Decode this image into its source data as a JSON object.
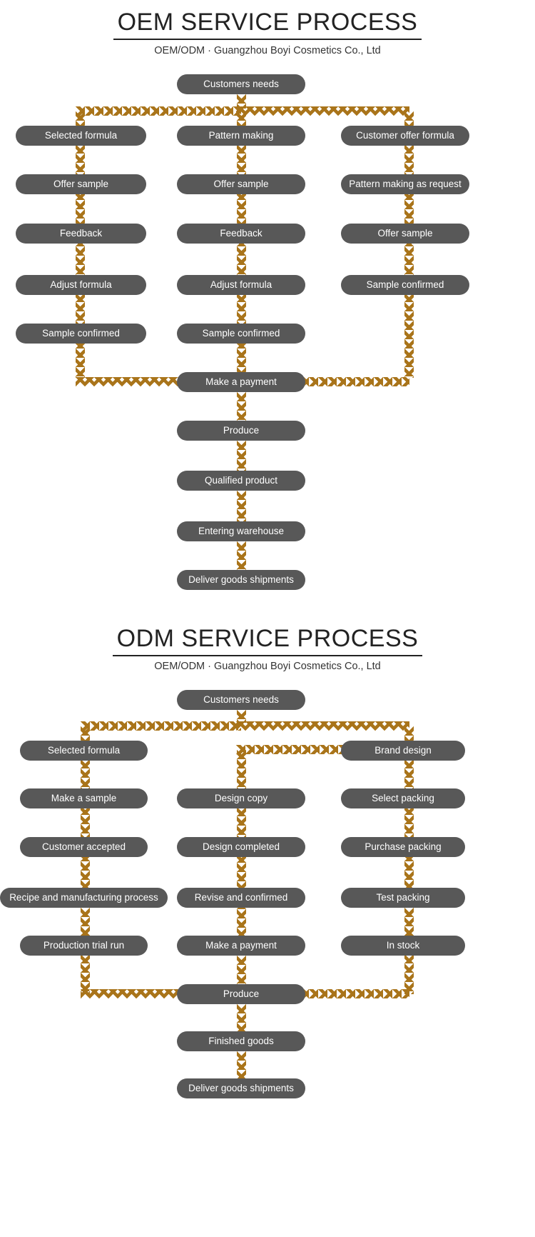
{
  "sections": [
    {
      "id": "oem",
      "title": "OEM SERVICE PROCESS",
      "subtitle": "OEM/ODM  ·  Guangzhou Boyi Cosmetics Co., Ltd",
      "start_node": "Customers needs",
      "columns": [
        {
          "name": "left-branch",
          "steps": [
            "Selected formula",
            "Offer sample",
            "Feedback",
            "Adjust formula",
            "Sample confirmed"
          ]
        },
        {
          "name": "middle-branch",
          "steps": [
            "Pattern making",
            "Offer sample",
            "Feedback",
            "Adjust formula",
            "Sample confirmed"
          ]
        },
        {
          "name": "right-branch",
          "steps": [
            "Customer offer formula",
            "Pattern making as request",
            "Offer sample",
            "Sample confirmed"
          ]
        }
      ],
      "merge_node": "Make a payment",
      "tail_steps": [
        "Produce",
        "Qualified product",
        "Entering warehouse",
        "Deliver goods shipments"
      ]
    },
    {
      "id": "odm",
      "title": "ODM SERVICE PROCESS",
      "subtitle": "OEM/ODM  ·  Guangzhou Boyi Cosmetics Co., Ltd",
      "start_node": "Customers needs",
      "columns": [
        {
          "name": "left-branch",
          "steps": [
            "Selected formula",
            "Make a sample",
            "Customer accepted",
            "Recipe and manufacturing process",
            "Production trial run"
          ]
        },
        {
          "name": "middle-branch",
          "steps": [
            "Design copy",
            "Design completed",
            "Revise and confirmed",
            "Make a payment"
          ]
        },
        {
          "name": "right-branch",
          "steps": [
            "Brand design",
            "Select packing",
            "Purchase packing",
            "Test  packing",
            "In stock"
          ]
        }
      ],
      "merge_node": "Produce",
      "tail_steps": [
        "Finished goods",
        "Deliver goods shipments"
      ]
    }
  ],
  "colors": {
    "node_fill": "#585858",
    "node_text": "#ffffff",
    "arrow": "#a9741a",
    "heading_text": "#222222"
  }
}
